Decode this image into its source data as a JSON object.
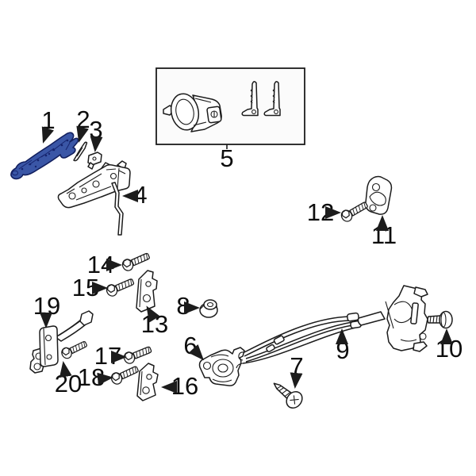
{
  "diagram": {
    "background": "#ffffff",
    "line_color": "#1c1c1c",
    "highlight_color": "#3a56a6",
    "callouts": [
      {
        "num": "1"
      },
      {
        "num": "2"
      },
      {
        "num": "3"
      },
      {
        "num": "4"
      },
      {
        "num": "5"
      },
      {
        "num": "6"
      },
      {
        "num": "7"
      },
      {
        "num": "8"
      },
      {
        "num": "9"
      },
      {
        "num": "10"
      },
      {
        "num": "11"
      },
      {
        "num": "12"
      },
      {
        "num": "13"
      },
      {
        "num": "14"
      },
      {
        "num": "15"
      },
      {
        "num": "16"
      },
      {
        "num": "17"
      },
      {
        "num": "18"
      },
      {
        "num": "19"
      },
      {
        "num": "20"
      }
    ]
  }
}
